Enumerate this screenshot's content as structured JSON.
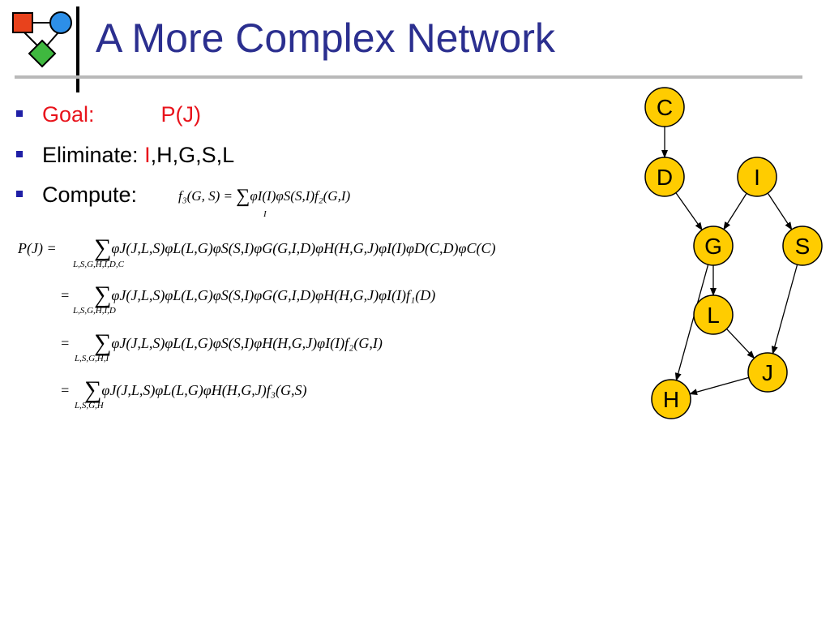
{
  "slide": {
    "title": "A More Complex Network"
  },
  "bullets": {
    "goal_label": "Goal:",
    "goal_value": "P(J)",
    "eliminate_label": "Eliminate:",
    "eliminate_first": "I",
    "eliminate_rest": ",H,G,S,L",
    "compute_label": "Compute:"
  },
  "equations": {
    "compute_formula": {
      "lhs": "f₃(G, S) =",
      "body": "φI(I)φS(S,I)f₂(G,I)",
      "under": "I"
    },
    "lines": [
      {
        "lhs": "P(J) =",
        "under": "L,S,G,H,I,D,C",
        "body": "φJ(J,L,S)φL(L,G)φS(S,I)φG(G,I,D)φH(H,G,J)φI(I)φD(C,D)φC(C)"
      },
      {
        "lhs": "=",
        "under": "L,S,G,H,I,D",
        "body": "φJ(J,L,S)φL(L,G)φS(S,I)φG(G,I,D)φH(H,G,J)φI(I)f₁(D)"
      },
      {
        "lhs": "=",
        "under": "L,S,G,H,I",
        "body": "φJ(J,L,S)φL(L,G)φS(S,I)φH(H,G,J)φI(I)f₂(G,I)"
      },
      {
        "lhs": "=",
        "under": "L,S,G,H",
        "body": "φJ(J,L,S)φL(L,G)φH(H,G,J)f₃(G,S)"
      }
    ]
  },
  "network": {
    "nodes": [
      {
        "id": "C",
        "label": "C"
      },
      {
        "id": "D",
        "label": "D"
      },
      {
        "id": "I",
        "label": "I"
      },
      {
        "id": "G",
        "label": "G"
      },
      {
        "id": "S",
        "label": "S"
      },
      {
        "id": "L",
        "label": "L"
      },
      {
        "id": "J",
        "label": "J"
      },
      {
        "id": "H",
        "label": "H"
      }
    ],
    "edges": [
      {
        "from": "C",
        "to": "D"
      },
      {
        "from": "D",
        "to": "G"
      },
      {
        "from": "I",
        "to": "G"
      },
      {
        "from": "I",
        "to": "S"
      },
      {
        "from": "G",
        "to": "L"
      },
      {
        "from": "G",
        "to": "H"
      },
      {
        "from": "L",
        "to": "J"
      },
      {
        "from": "S",
        "to": "J"
      },
      {
        "from": "J",
        "to": "H"
      }
    ],
    "node_fill": "#ffcc00",
    "node_stroke": "#000000"
  },
  "logo": {
    "square_color": "#e8421c",
    "circle_color": "#2d8fe8",
    "diamond_color": "#3fb83f"
  },
  "colors": {
    "title": "#2b2f8f",
    "highlight": "#e8141c",
    "bullet": "#1f1fa6"
  }
}
